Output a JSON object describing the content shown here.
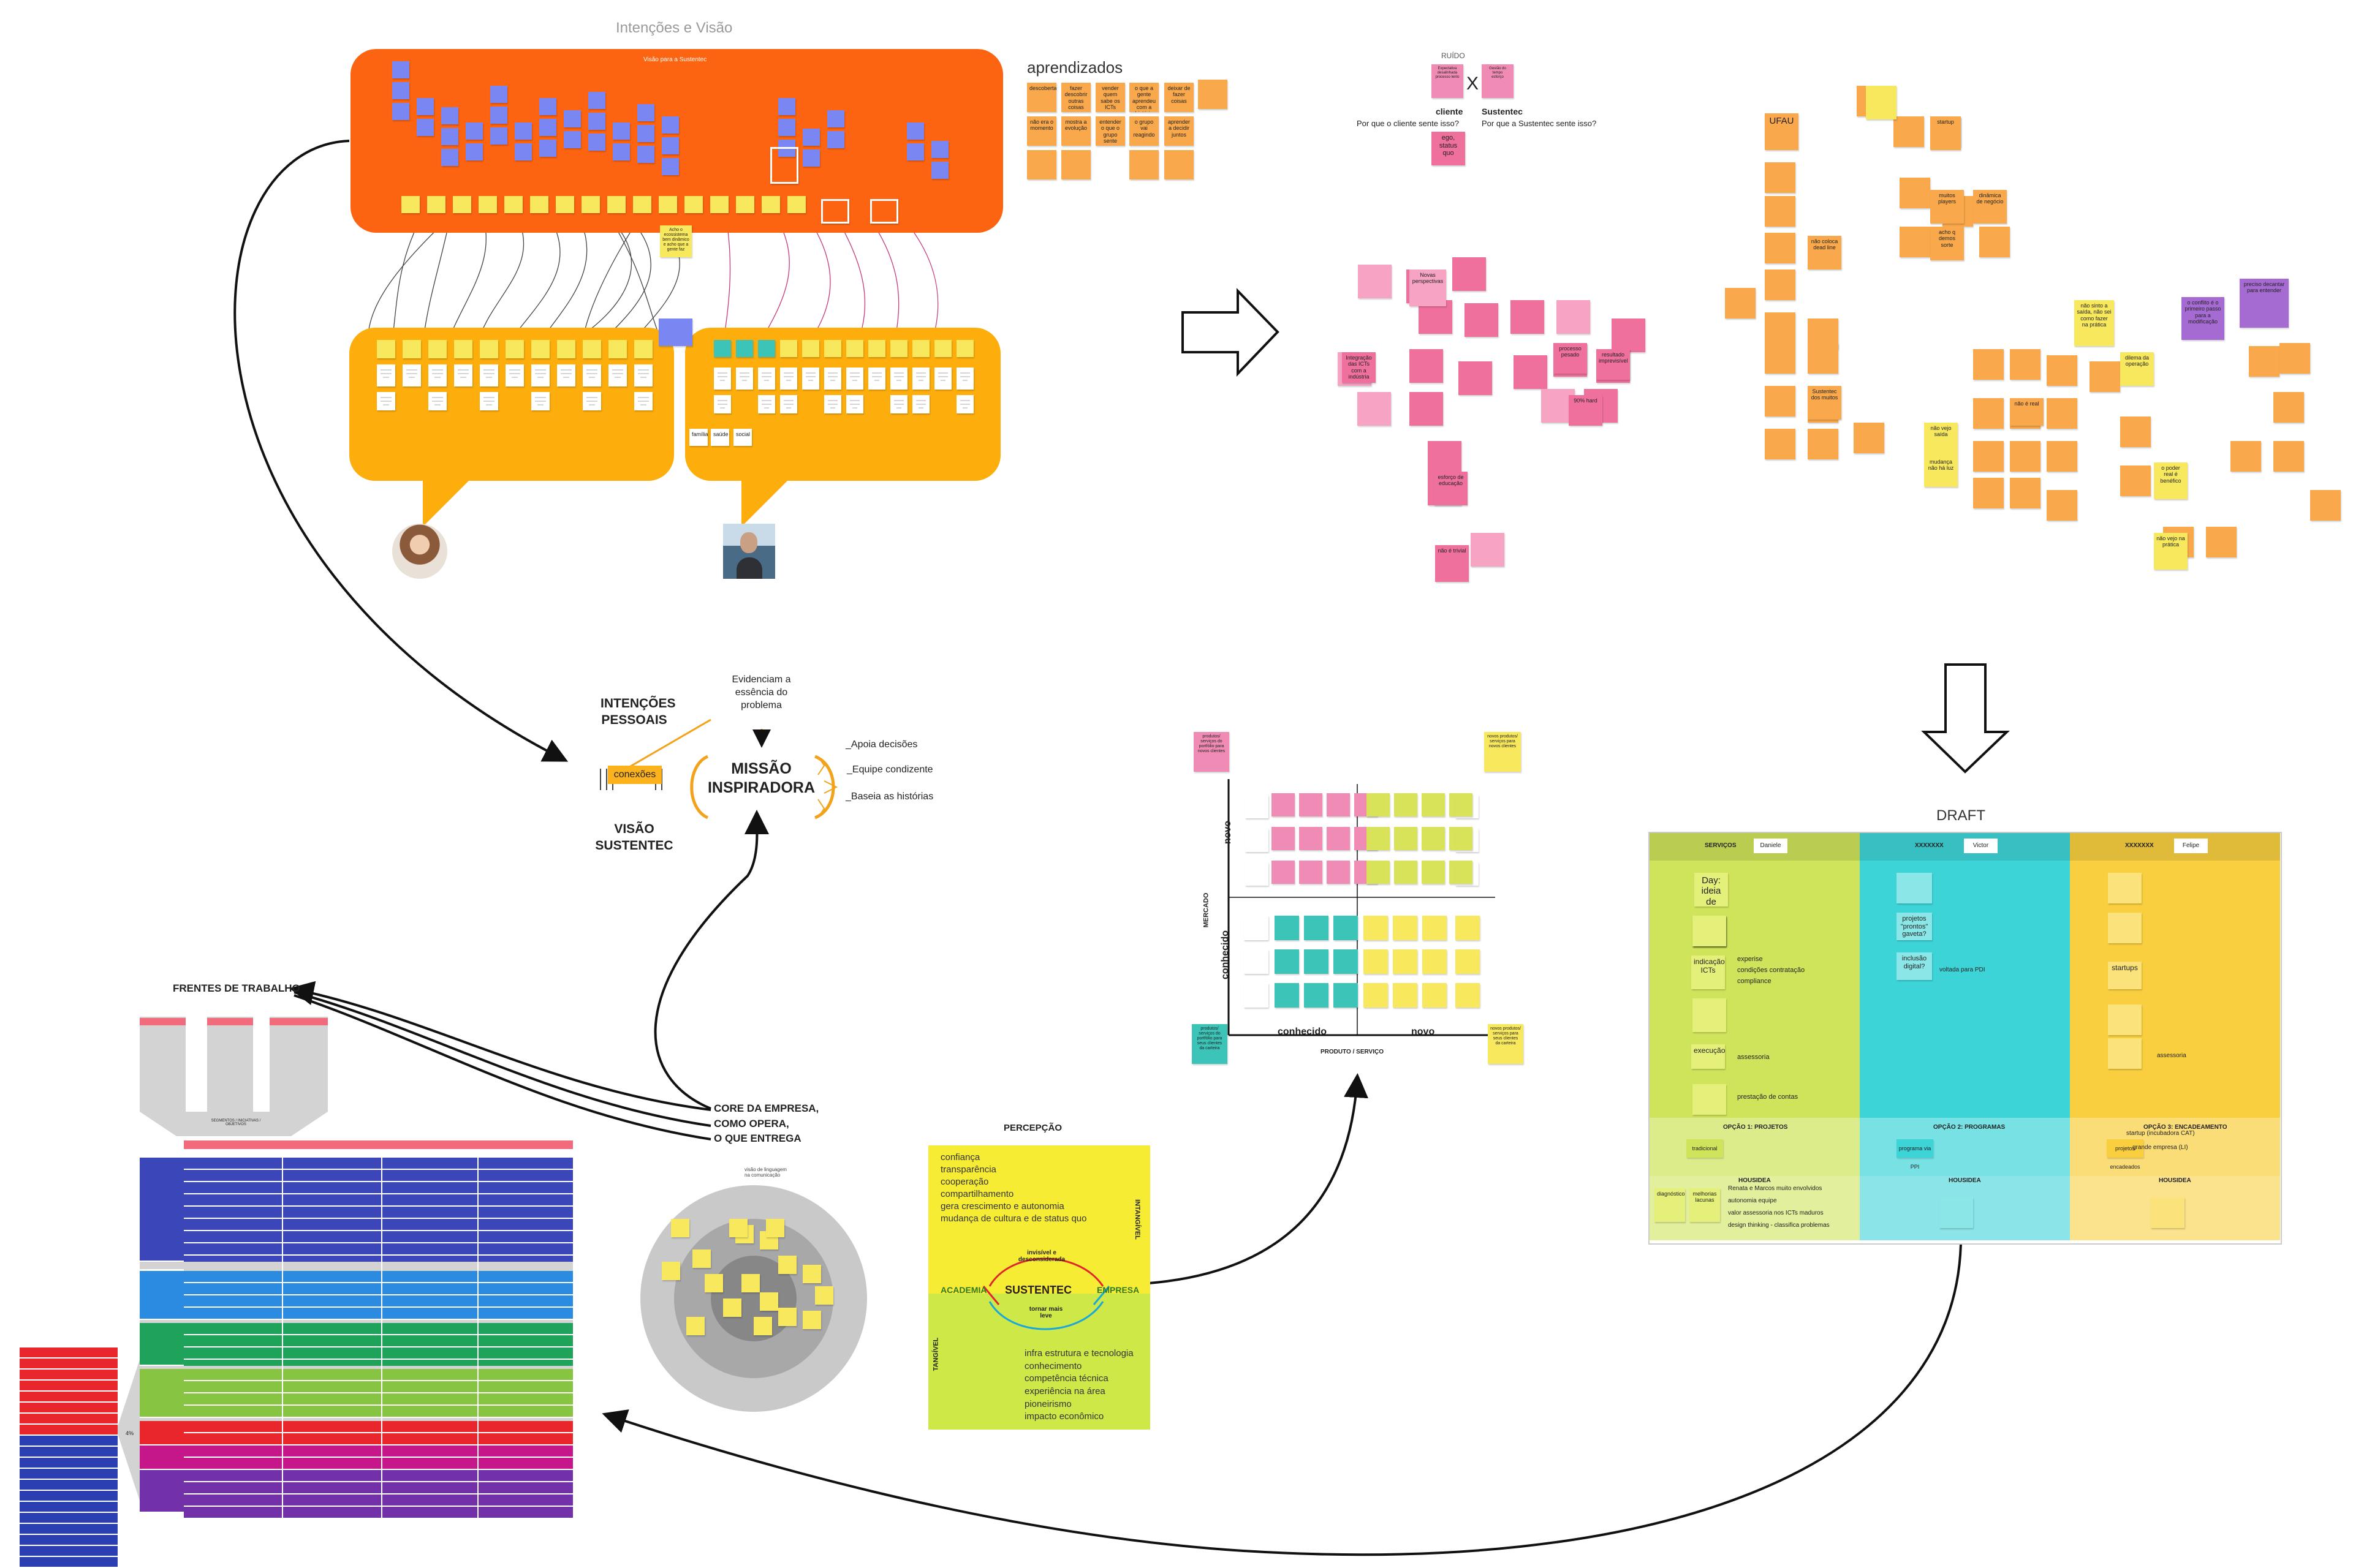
{
  "intentions_section": {
    "title": "Intenções e Visão",
    "vision_label": "Visão para a Sustentec",
    "callout": "Acho o ecossistema bem dinâmico e acho que a gente faz"
  },
  "learnings_section": {
    "title": "aprendizados",
    "notes": [
      "descoberta",
      "fazer descobrir outras coisas",
      "vender quem sabe os ICTs",
      "o que a gente aprendeu com a história",
      "deixar de fazer coisas",
      "não era o momento",
      "mostra a evolução",
      "entender o que o grupo sente",
      "o grupo vai reagindo",
      "aprender a decidir juntos"
    ]
  },
  "noise_section": {
    "title": "RUÍDO",
    "client_label": "cliente",
    "sustentec_label": "Sustentec",
    "client_question": "Por que o cliente sente isso?",
    "sustentec_question": "Por que a Sustentec sente isso?",
    "ego_note": "ego, status quo",
    "x_mark": "X"
  },
  "pink_cluster": {
    "notes": [
      "Novas perspectivas",
      "processo pesado",
      "resultado imprevisível",
      "90% hard",
      "esforço de educação",
      "não é trivial",
      "Integração das ICTs com a indústria"
    ]
  },
  "orange_cluster": {
    "notes": [
      "UFAU",
      "startup",
      "muitos players",
      "dinâmica de negócio",
      "acho q demos sorte",
      "não coloca dead line",
      "Sustentec dos muitos",
      "não é real",
      "dilema da operação",
      "o poder real é benéfico",
      "não vejo na prática",
      "não vejo saída",
      "o conflito é o primeiro passo para a modificação",
      "preciso decantar para entender",
      "não sinto a saída, não sei como fazer na prática",
      "mudança não há luz"
    ]
  },
  "mission_section": {
    "personal_intentions": "INTENÇÕES PESSOAIS",
    "connections": "conexões",
    "vision": "VISÃO SUSTENTEC",
    "evidence": "Evidenciam a essência do problema",
    "mission": "MISSÃO INSPIRADORA",
    "bullets": [
      "_Apoia decisões",
      "_Equipe condizente",
      "_Baseia as histórias"
    ]
  },
  "core_section": {
    "label_lines": [
      "CORE DA EMPRESA,",
      "COMO OPERA,",
      "O QUE ENTREGA"
    ],
    "circle_label": "visão de linguagem na comunicação"
  },
  "work_fronts": {
    "title": "FRENTES DE TRABALHO",
    "percent_label": "4%",
    "funnel_label": "SEGMENTOS / INICIATIVAS / OBJETIVOS"
  },
  "matrix_section": {
    "y_axis": "MERCADO",
    "x_axis": "PRODUTO / SERVIÇO",
    "y_new": "novo",
    "y_known": "conhecido",
    "x_known": "conhecido",
    "x_new": "novo",
    "corner_tl": "produtos/ serviços do portfólio para novos clientes",
    "corner_tr": "novos produtos/ serviços para novos clientes",
    "corner_bl": "produtos/ serviços do portfólio para seus clientes da carteira",
    "corner_br": "novos produtos/ serviços para seus clientes da carteira"
  },
  "perception_section": {
    "title": "PERCEPÇÃO",
    "intangible_label": "INTANGÍVEL",
    "tangible_label": "TANGÍVEL",
    "intangible_items": [
      "confiança",
      "transparência",
      "cooperação",
      "compartilhamento",
      "gera crescimento e autonomia",
      "mudança de cultura e de status quo"
    ],
    "tangible_items": [
      "infra estrutura e tecnologia",
      "conhecimento",
      "competência técnica",
      "experiência na área",
      "pioneirismo",
      "impacto econômico"
    ],
    "academia": "ACADEMIA",
    "empresa": "EMPRESA",
    "sustentec": "SUSTENTEC",
    "top_cycle": "invisível e desconsiderada",
    "bottom_cycle": "tornar mais leve"
  },
  "draft_section": {
    "title": "DRAFT",
    "columns": [
      {
        "header": "SERVIÇOS",
        "person": "Daniele",
        "color": "#cfe45a",
        "option": "OPÇÃO 1: PROJETOS",
        "option_item": "tradicional",
        "house": "HOUSIDEA"
      },
      {
        "header": "XXXXXXX",
        "person": "Victor",
        "color": "#3dd4d8",
        "option": "OPÇÃO 2: PROGRAMAS",
        "option_item": "programa via PPI",
        "house": "HOUSIDEA"
      },
      {
        "header": "XXXXXXX",
        "person": "Felipe",
        "color": "#f9cf3f",
        "option": "OPÇÃO 3: ENCADEAMENTO",
        "option_item": "projetos encadeados",
        "house": "HOUSIDEA"
      }
    ],
    "col1_notes": [
      "Day: ideia de projetos",
      "indicação ICTs",
      "execução"
    ],
    "col1_texts": [
      "experise",
      "condições contratação",
      "compliance",
      "assessoria",
      "prestação de contas"
    ],
    "col2_notes": [
      "projetos \"prontos\" gaveta?",
      "inclusão digital?"
    ],
    "col2_texts": [
      "voltada para PDI"
    ],
    "col3_notes": [
      "startups"
    ],
    "col3_texts": [
      "assessoria",
      "startup (incubadora CAT)",
      "grande empresa (LI)"
    ],
    "house_col1": [
      "Renata e Marcos muito envolvidos",
      "autonomia equipe",
      "valor assessoria nos ICTs maduros",
      "design thinking - classifica problemas"
    ],
    "house_col1_notes": [
      "diagnóstico",
      "melhorias lacunas"
    ]
  },
  "colors": {
    "orange": "#fc6412",
    "amber": "#fdad0c",
    "sticky_yellow": "#f7e85e",
    "sticky_orange": "#f9a94b",
    "sticky_pink": "#f08bb5",
    "sticky_blue": "#7a86f2",
    "perception_yellow": "#f7ec34",
    "perception_green": "#cde847"
  }
}
